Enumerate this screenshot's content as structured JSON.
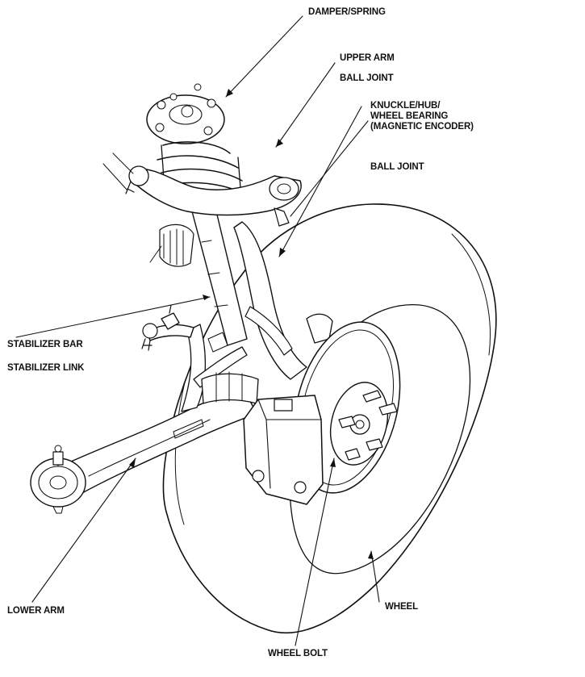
{
  "labels": {
    "damper_spring": "DAMPER/SPRING",
    "upper_arm": "UPPER ARM",
    "ball_joint_upper": "BALL JOINT",
    "knuckle_line1": "KNUCKLE/HUB/",
    "knuckle_line2": "WHEEL BEARING",
    "knuckle_line3": "(MAGNETIC ENCODER)",
    "ball_joint_lower": "BALL JOINT",
    "stabilizer_bar": "STABILIZER BAR",
    "stabilizer_link": "STABILIZER LINK",
    "lower_arm": "LOWER ARM",
    "wheel": "WHEEL",
    "wheel_bolt": "WHEEL BOLT"
  },
  "colors": {
    "ink": "#111111",
    "background": "#ffffff"
  }
}
